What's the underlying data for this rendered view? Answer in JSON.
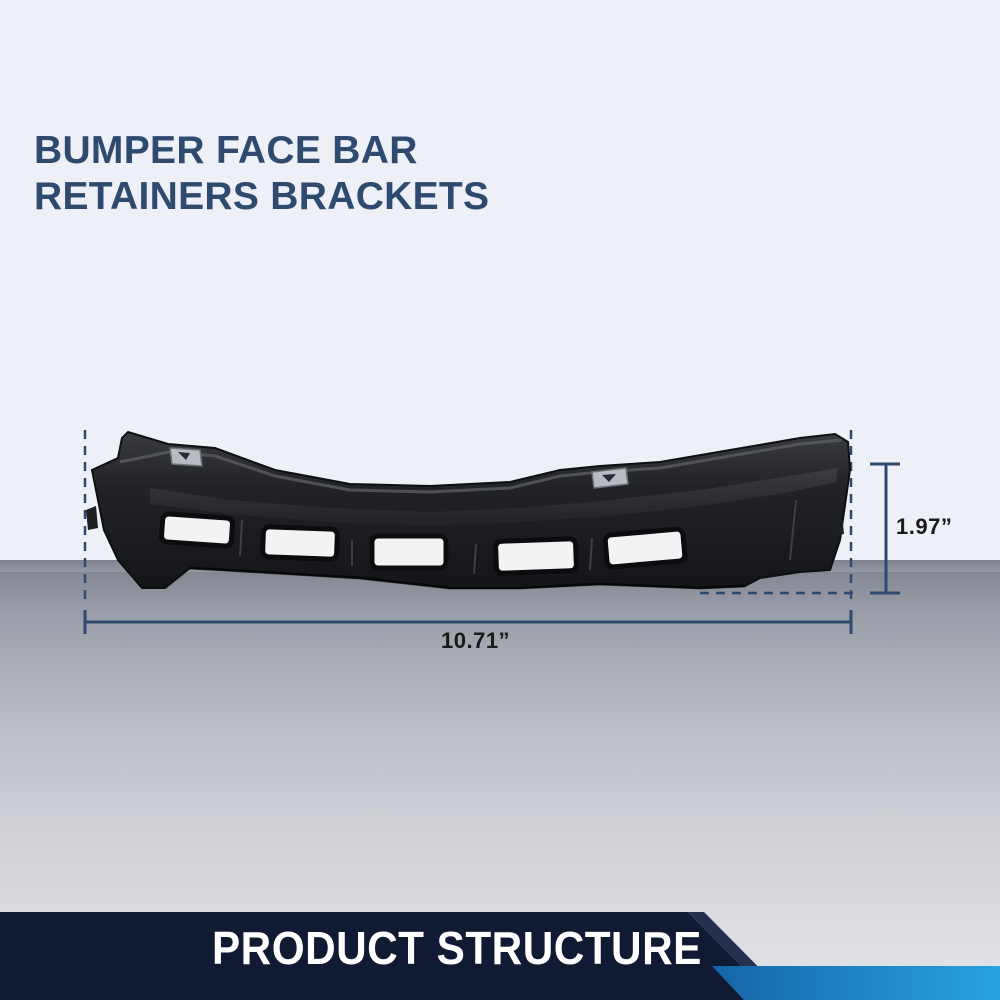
{
  "title": {
    "line1": "BUMPER FACE BAR",
    "line2": "RETAINERS BRACKETS"
  },
  "dimensions": {
    "width_label": "10.71”",
    "height_label": "1.97”"
  },
  "banner": {
    "label": "PRODUCT STRUCTURE"
  },
  "colors": {
    "title": "#2e4a6e",
    "banner_dark": "#101a33",
    "banner_accent": "#1e88c7",
    "dimension_line": "#2e4a6e",
    "part": "#1b1c1f"
  }
}
